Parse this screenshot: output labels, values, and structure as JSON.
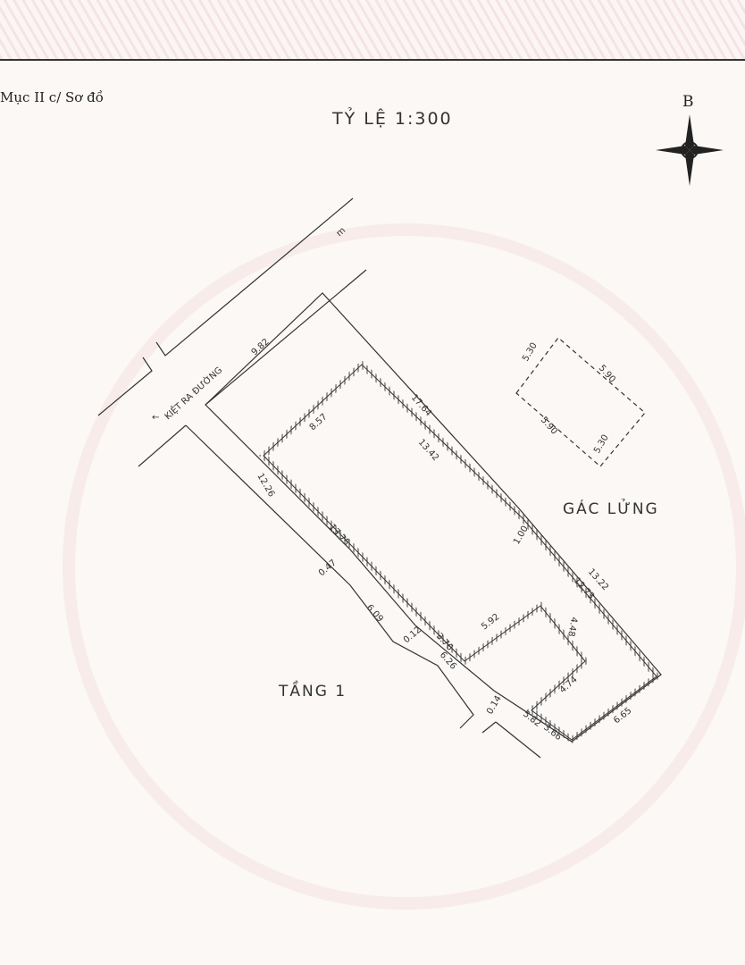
{
  "header": {
    "section": "Mục II c/ Sơ đồ",
    "scale": "TỶ LỆ 1:300",
    "north": "B"
  },
  "street": {
    "label": "KIỆT RA ĐƯỜNG",
    "unit": "m",
    "arrow_icon": "arrow-left-icon"
  },
  "areas": {
    "mezzanine": "GÁC LỬNG",
    "floor1": "TẦNG 1"
  },
  "dimensions": {
    "front": "9.82",
    "right_upper": "17.64",
    "right_lower": "13.22",
    "bottom": "6.65",
    "bottom_left": "5.82",
    "left_a": "12.26",
    "left_b": "13.75",
    "left_c": "0.47",
    "left_d": "6.09",
    "left_e": "0.12",
    "left_f": "6.26",
    "left_g": "0.14",
    "b_front": "8.57",
    "b_right": "13.42",
    "b_step": "1.00",
    "b_right_lower": "12.73",
    "b_notch_a": "3.76",
    "b_notch_b": "5.92",
    "b_notch_c": "4.48",
    "b_notch_d": "4.74",
    "b_notch_e": "3.66",
    "m_a": "5.30",
    "m_b": "5.90",
    "m_c": "5.90",
    "m_d": "5.30"
  },
  "colors": {
    "line": "#333333",
    "border": "#f6e3e3"
  }
}
